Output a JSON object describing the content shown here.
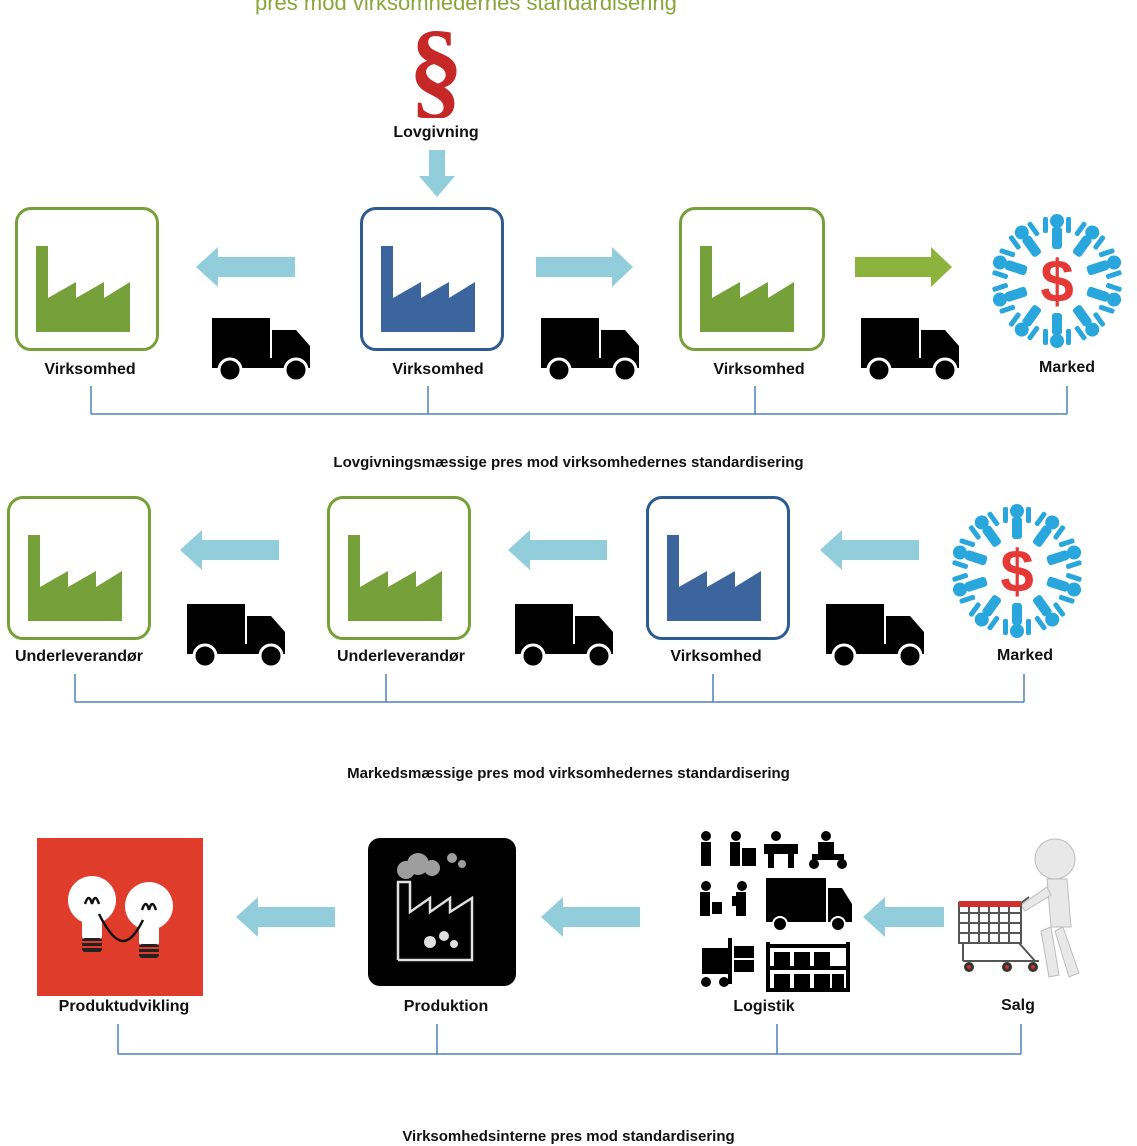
{
  "top_title": "pres mod virksomhedernes standardisering",
  "colors": {
    "green": "#76a03a",
    "blue": "#2d5b93",
    "arrow_light": "#92cddc",
    "arrow_green": "#8cb43c",
    "bracket": "#4f81bd",
    "red_box": "#e03c2c",
    "dollar_red": "#e53935",
    "people_blue": "#29a7dc"
  },
  "legislation": {
    "icon": "paragraph-icon",
    "symbol": "§",
    "label": "Lovgivning"
  },
  "row1": {
    "labels": [
      "Virksomhed",
      "Virksomhed",
      "Virksomhed",
      "Marked"
    ],
    "caption": "Lovgivningsmæssige pres mod virksomhedernes standardisering"
  },
  "row2": {
    "labels": [
      "Underleverandør",
      "Underleverandør",
      "Virksomhed",
      "Marked"
    ],
    "caption": "Markedsmæssige pres mod virksomhedernes standardisering"
  },
  "row3": {
    "labels": [
      "Produktudvikling",
      "Produktion",
      "Logistik",
      "Salg"
    ],
    "caption": "Virksomhedsinterne pres mod standardisering"
  },
  "icons": [
    "factory-icon",
    "truck-icon",
    "arrow-left-icon",
    "arrow-right-icon",
    "market-people-dollar-icon",
    "lightbulbs-icon",
    "production-factory-icon",
    "logistics-icon",
    "shopping-cart-person-icon"
  ]
}
